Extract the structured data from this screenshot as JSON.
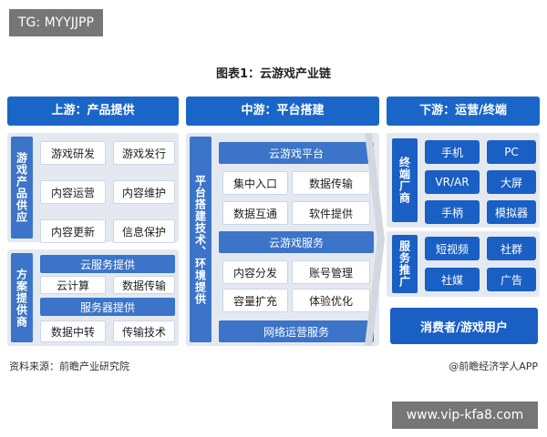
{
  "watermark_top": "TG: MYYJJPP",
  "watermark_bottom": "www.vip-kfa8.com",
  "title": "图表1：云游戏产业链",
  "upstream": {
    "header": "上游：产品提供",
    "product_label": "游戏产品供应",
    "products": [
      "游戏研发",
      "游戏发行",
      "内容运营",
      "内容维护",
      "内容更新",
      "信息保护"
    ],
    "solution_label": "方案提供商",
    "cloud_service": "云服务提供",
    "cloud_items": [
      "云计算",
      "数据传输"
    ],
    "server_service": "服务器提供",
    "server_items": [
      "数据中转",
      "传输技术"
    ]
  },
  "midstream": {
    "header": "中游：平台搭建",
    "side_label": "平台搭建技术、环境提供",
    "platform": "云游戏平台",
    "platform_items": [
      "集中入口",
      "数据传输",
      "数据互通",
      "软件提供"
    ],
    "service": "云游戏服务",
    "service_items": [
      "内容分发",
      "账号管理",
      "容量扩充",
      "体验优化"
    ],
    "network": "网络运营服务"
  },
  "downstream": {
    "header": "下游：运营/终端",
    "terminal_label": "终端厂商",
    "terminals": [
      "手机",
      "PC",
      "VR/AR",
      "大屏",
      "手柄",
      "模拟器"
    ],
    "service_label": "服务推广",
    "services": [
      "短视频",
      "社群",
      "社媒",
      "广告"
    ],
    "consumer": "消费者/游戏用户"
  },
  "footer": {
    "source": "资料来源：前瞻产业研究院",
    "credit": "@前瞻经济学人APP"
  },
  "colors": {
    "header_blue": "#1a66c8",
    "label_blue": "#3b74c8",
    "panel_gray": "#e4e9f1"
  }
}
